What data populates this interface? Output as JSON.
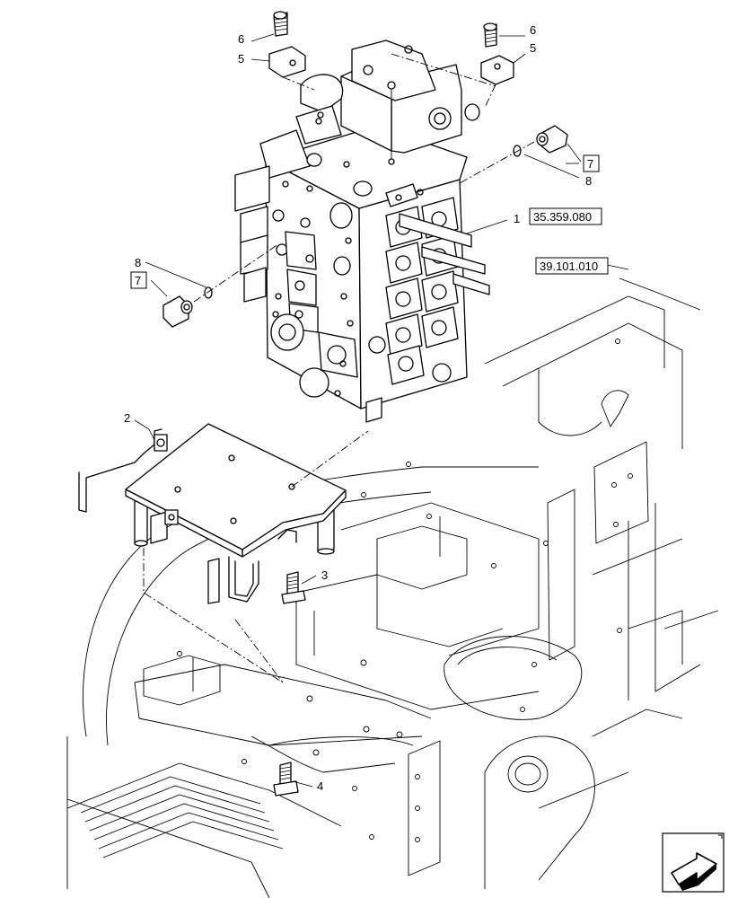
{
  "callouts": {
    "c1": "1",
    "c2": "2",
    "c3": "3",
    "c4": "4",
    "c5a": "5",
    "c5b": "5",
    "c6a": "6",
    "c6b": "6",
    "c7a": "7",
    "c7b": "7",
    "c8a": "8",
    "c8b": "8"
  },
  "references": {
    "ref_valve": "35.359.080",
    "ref_frame": "39.101.010"
  },
  "nav_icon": "arrow-icon"
}
